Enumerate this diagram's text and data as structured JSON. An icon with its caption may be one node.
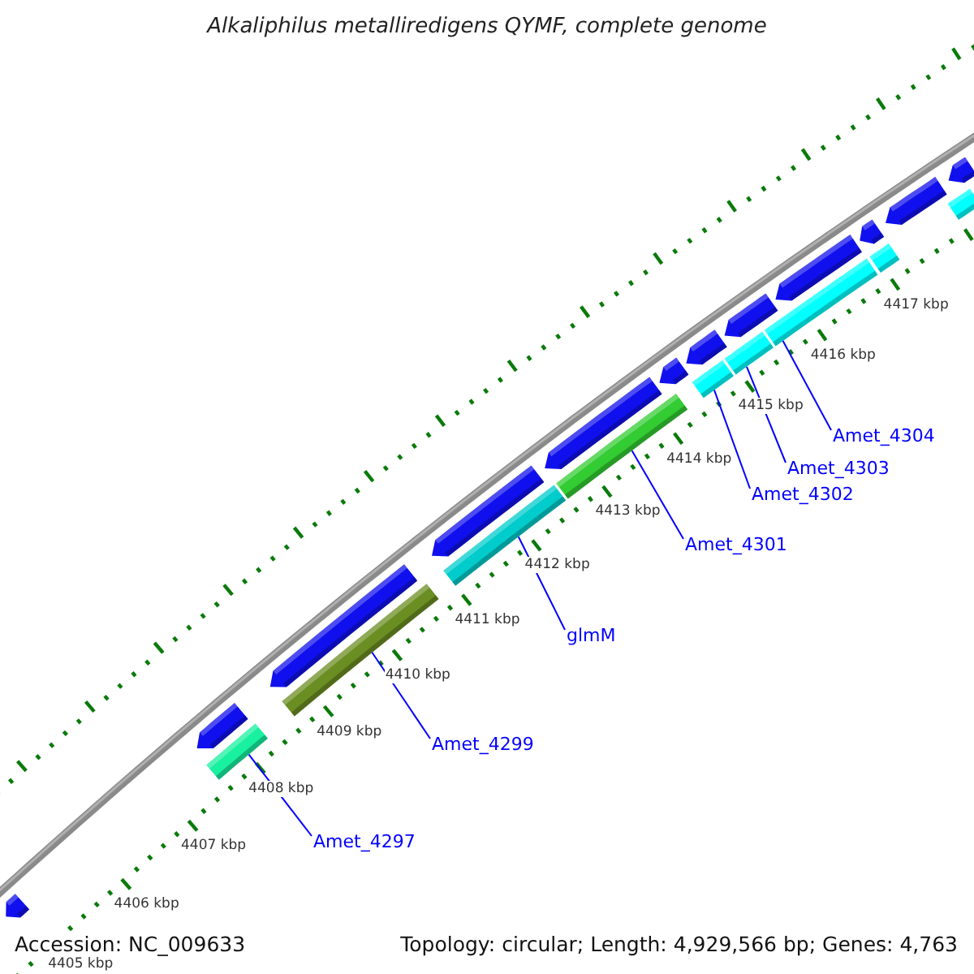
{
  "diagram": {
    "title": "Alkaliphilus metalliredigens QYMF, complete genome",
    "nodes": [
      {
        "text": [],
        "shape": "pentagon"
      },
      {
        "text": [],
        "shape": "pentagon"
      },
      {
        "text": [],
        "shape": "bar"
      },
      {
        "text": [],
        "shape": "pentagon"
      },
      {
        "text": [],
        "shape": "bar"
      },
      {
        "text": [],
        "shape": "pentagon"
      },
      {
        "text": [],
        "shape": "bar"
      },
      {
        "text": [],
        "shape": "pentagon"
      },
      {
        "text": [],
        "shape": "bar"
      },
      {
        "text": [],
        "shape": "pentagon"
      },
      {
        "text": [],
        "shape": "bar"
      },
      {
        "text": [],
        "shape": "pentagon"
      },
      {
        "text": [],
        "shape": "bar"
      },
      {
        "text": [],
        "shape": "pentagon"
      },
      {
        "text": [],
        "shape": "pentagon"
      },
      {
        "text": [],
        "shape": "bar"
      },
      {
        "text": [],
        "shape": "pentagon"
      },
      {
        "text": [],
        "shape": "bar"
      },
      {
        "text": [],
        "shape": "pentagon"
      },
      {
        "text": [],
        "shape": "bar"
      },
      {
        "text": [],
        "shape": "pentagon"
      },
      {
        "text": [
          "Amet_4297"
        ]
      },
      {
        "text": [
          "Amet_4299"
        ]
      },
      {
        "text": [
          "glmM"
        ]
      },
      {
        "text": [
          "Amet_4301"
        ]
      },
      {
        "text": [
          "Amet_4302"
        ]
      },
      {
        "text": [
          "Amet_4303"
        ]
      },
      {
        "text": [
          "Amet_4304"
        ]
      }
    ],
    "edges": [
      {
        "from": 21,
        "to": 2,
        "arrow": "none"
      },
      {
        "from": 22,
        "to": 4,
        "arrow": "none"
      },
      {
        "from": 23,
        "to": 6,
        "arrow": "none"
      },
      {
        "from": 24,
        "to": 8,
        "arrow": "none"
      },
      {
        "from": 25,
        "to": 10,
        "arrow": "none"
      },
      {
        "from": 26,
        "to": 12,
        "arrow": "none"
      },
      {
        "from": 27,
        "to": 15,
        "arrow": "none"
      }
    ],
    "labels": [
      "4417 kbp",
      "4416 kbp",
      "4415 kbp",
      "4414 kbp",
      "4413 kbp",
      "4412 kbp",
      "4411 kbp",
      "4410 kbp",
      "4409 kbp",
      "4408 kbp",
      "4407 kbp",
      "4406 kbp",
      "4405 kbp",
      "Accession: NC_009633",
      "Topology: circular; Length: 4,929,566 bp; Genes: 4,763"
    ]
  }
}
